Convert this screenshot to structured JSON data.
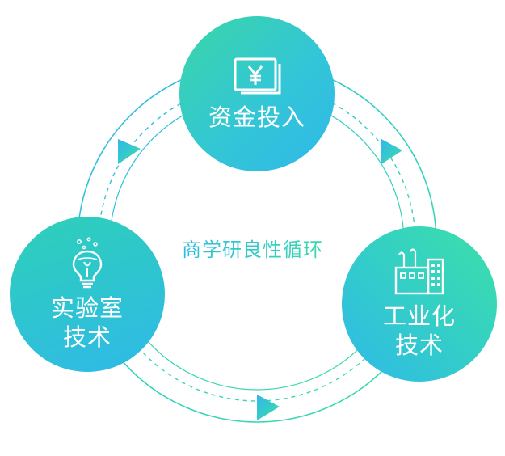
{
  "diagram": {
    "center_text": "商学研良性循环",
    "nodes": {
      "top": {
        "label_lines": [
          "资金投入"
        ],
        "icon": "yen-bill-icon"
      },
      "left": {
        "label_lines": [
          "实验室",
          "技术"
        ],
        "icon": "lightbulb-flask-icon"
      },
      "right": {
        "label_lines": [
          "工业化",
          "技术"
        ],
        "icon": "factory-icon"
      }
    },
    "colors": {
      "teal": "#34cfc0",
      "blue": "#2fb8ea",
      "green": "#3ddda8",
      "white": "#ffffff"
    }
  }
}
